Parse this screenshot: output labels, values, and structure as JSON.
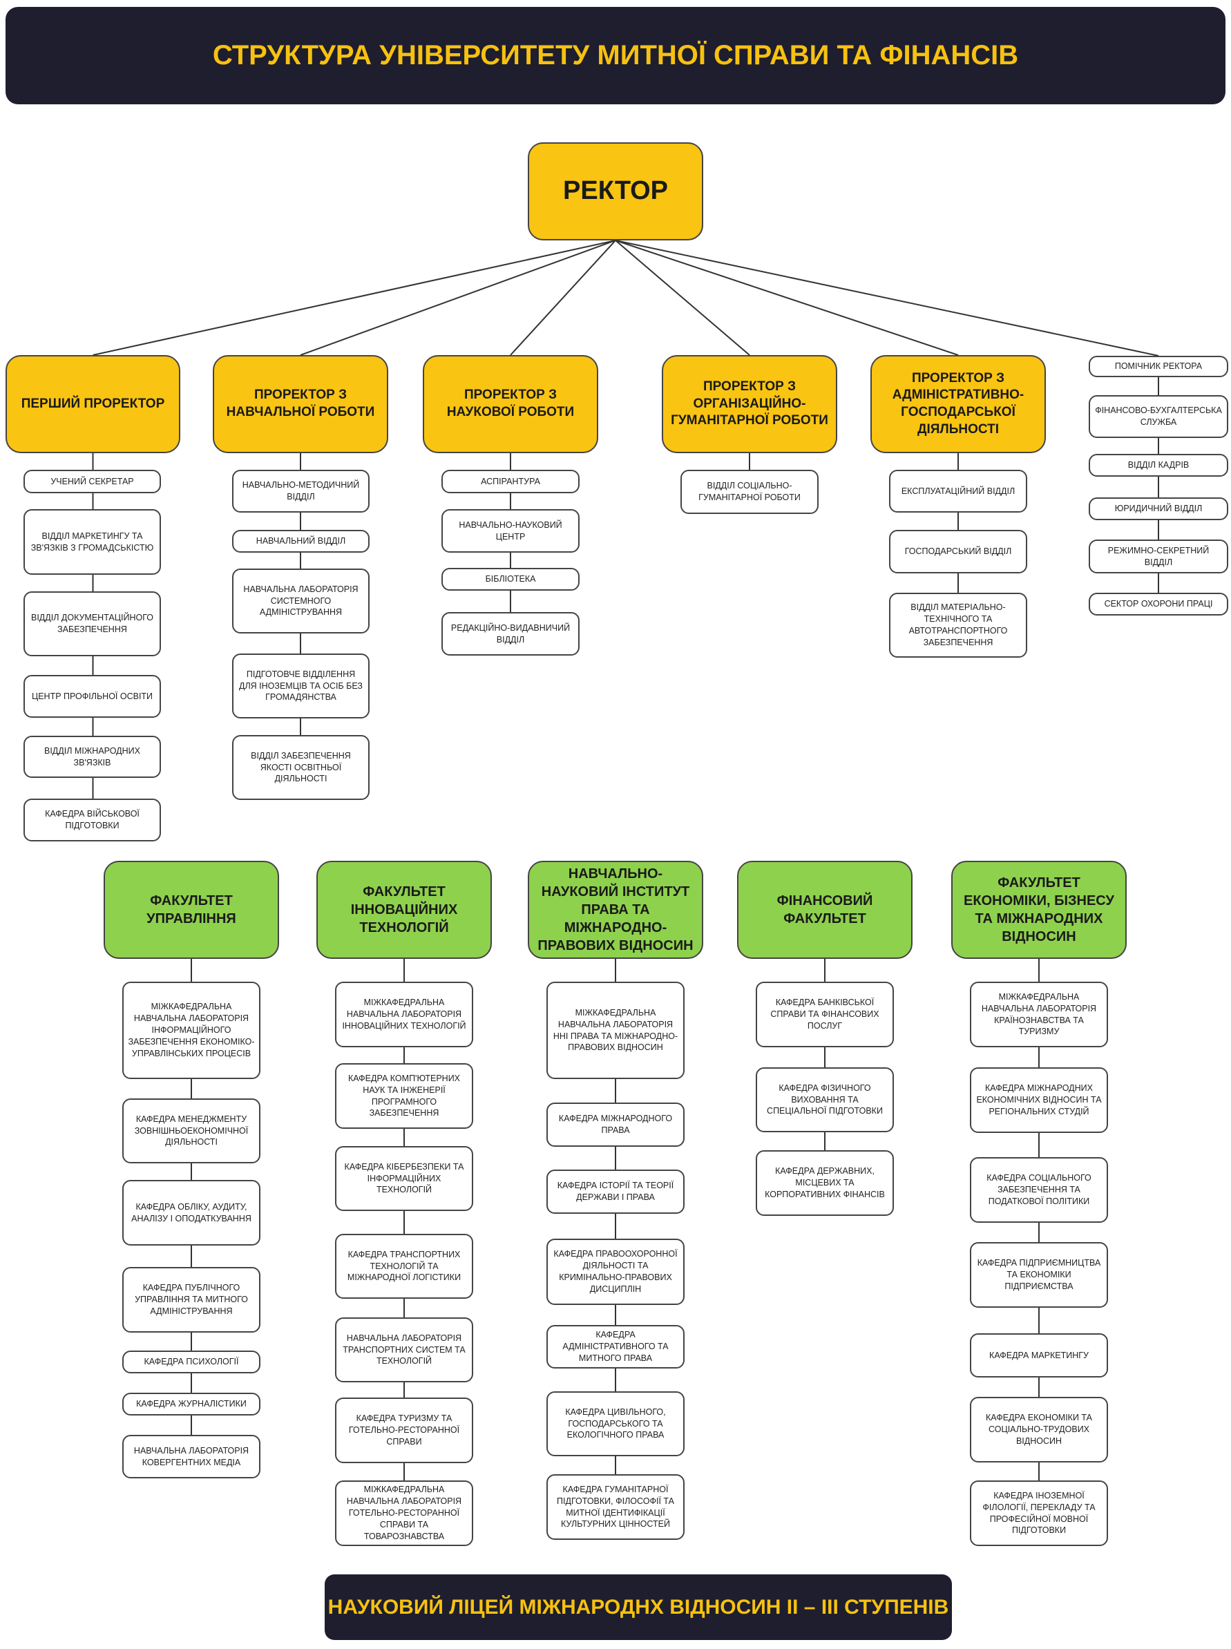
{
  "title": "СТРУКТУРА УНІВЕРСИТЕТУ МИТНОЇ  СПРАВИ  ТА   ФІНАНСІВ",
  "rector": "РЕКТОР",
  "footer": "НАУКОВИЙ ЛІЦЕЙ МІЖНАРОДНХ ВІДНОСИН ІІ – ІІІ СТУПЕНІВ",
  "vice_rectors": [
    {
      "label": "ПЕРШИЙ ПРОРЕКТОР",
      "units": [
        "УЧЕНИЙ СЕКРЕТАР",
        "ВІДДІЛ МАРКЕТИНГУ ТА ЗВ'ЯЗКІВ З ГРОМАДСЬКІСТЮ",
        "ВІДДІЛ ДОКУМЕНТАЦІЙНОГО ЗАБЕЗПЕЧЕННЯ",
        "ЦЕНТР ПРОФІЛЬНОЇ ОСВІТИ",
        "ВІДДІЛ МІЖНАРОДНИХ ЗВ'ЯЗКІВ",
        "КАФЕДРА ВІЙСЬКОВОЇ ПІДГОТОВКИ"
      ]
    },
    {
      "label": "ПРОРЕКТОР З НАВЧАЛЬНОЇ РОБОТИ",
      "units": [
        "НАВЧАЛЬНО-МЕТОДИЧНИЙ ВІДДІЛ",
        "НАВЧАЛЬНИЙ ВІДДІЛ",
        "НАВЧАЛЬНА ЛАБОРАТОРІЯ СИСТЕМНОГО АДМІНІСТРУВАННЯ",
        "ПІДГОТОВЧЕ ВІДДІЛЕННЯ ДЛЯ ІНОЗЕМЦІВ ТА ОСІБ БЕЗ ГРОМАДЯНСТВА",
        "ВІДДІЛ ЗАБЕЗПЕЧЕННЯ ЯКОСТІ ОСВІТНЬОЇ ДІЯЛЬНОСТІ"
      ]
    },
    {
      "label": "ПРОРЕКТОР З НАУКОВОЇ РОБОТИ",
      "units": [
        "АСПІРАНТУРА",
        "НАВЧАЛЬНО-НАУКОВИЙ ЦЕНТР",
        "БІБЛІОТЕКА",
        "РЕДАКЦІЙНО-ВИДАВНИЧИЙ ВІДДІЛ"
      ]
    },
    {
      "label": "ПРОРЕКТОР З ОРГАНІЗАЦІЙНО-ГУМАНІТАРНОЇ  РОБОТИ",
      "units": [
        "ВІДДІЛ СОЦІАЛЬНО-ГУМАНІТАРНОЇ РОБОТИ"
      ]
    },
    {
      "label": "ПРОРЕКТОР З АДМІНІСТРАТИВНО-ГОСПОДАРСЬКОЇ ДІЯЛЬНОСТІ",
      "units": [
        "ЕКСПЛУАТАЦІЙНИЙ ВІДДІЛ",
        "ГОСПОДАРСЬКИЙ ВІДДІЛ",
        "ВІДДІЛ МАТЕРІАЛЬНО-ТЕХНІЧНОГО ТА АВТОТРАНСПОРТНОГО ЗАБЕЗПЕЧЕННЯ"
      ]
    },
    {
      "label": "ПОМІЧНИК РЕКТОРА",
      "units": [
        "ФІНАНСОВО-БУХГАЛТЕРСЬКА СЛУЖБА",
        "ВІДДІЛ КАДРІВ",
        "ЮРИДИЧНИЙ ВІДДІЛ",
        "РЕЖИМНО-СЕКРЕТНИЙ ВІДДІЛ",
        "СЕКТОР ОХОРОНИ ПРАЦІ"
      ]
    }
  ],
  "faculties": [
    {
      "label": "ФАКУЛЬТЕТ УПРАВЛІННЯ",
      "units": [
        "МІЖКАФЕДРАЛЬНА НАВЧАЛЬНА ЛАБОРАТОРІЯ ІНФОРМАЦІЙНОГО ЗАБЕЗПЕЧЕННЯ ЕКОНОМІКО-УПРАВЛІНСЬКИХ ПРОЦЕСІВ",
        "КАФЕДРА МЕНЕДЖМЕНТУ ЗОВНІШНЬОЕКОНОМІЧНОЇ ДІЯЛЬНОСТІ",
        "КАФЕДРА ОБЛІКУ, АУДИТУ, АНАЛІЗУ І ОПОДАТКУВАННЯ",
        "КАФЕДРА ПУБЛІЧНОГО УПРАВЛІННЯ ТА МИТНОГО АДМІНІСТРУВАННЯ",
        "КАФЕДРА  ПСИХОЛОГІЇ",
        "КАФЕДРА  ЖУРНАЛІСТИКИ",
        "НАВЧАЛЬНА ЛАБОРАТОРІЯ КОВЕРГЕНТНИХ МЕДІА"
      ]
    },
    {
      "label": "ФАКУЛЬТЕТ ІННОВАЦІЙНИХ ТЕХНОЛОГІЙ",
      "units": [
        "МІЖКАФЕДРАЛЬНА НАВЧАЛЬНА ЛАБОРАТОРІЯ ІННОВАЦІЙНИХ ТЕХНОЛОГІЙ",
        "КАФЕДРА КОМП'ЮТЕРНИХ НАУК ТА ІНЖЕНЕРІЇ ПРОГРАМНОГО ЗАБЕЗПЕЧЕННЯ",
        "КАФЕДРА КІБЕРБЕЗПЕКИ ТА ІНФОРМАЦІЙНИХ ТЕХНОЛОГІЙ",
        "КАФЕДРА ТРАНСПОРТНИХ ТЕХНОЛОГІЙ ТА МІЖНАРОДНОЇ ЛОГІСТИКИ",
        "НАВЧАЛЬНА ЛАБОРАТОРІЯ ТРАНСПОРТНИХ СИСТЕМ ТА ТЕХНОЛОГІЙ",
        "КАФЕДРА ТУРИЗМУ ТА ГОТЕЛЬНО-РЕСТОРАННОЇ СПРАВИ",
        "МІЖКАФЕДРАЛЬНА НАВЧАЛЬНА ЛАБОРАТОРІЯ ГОТЕЛЬНО-РЕСТОРАННОЇ СПРАВИ ТА ТОВАРОЗНАВСТВА"
      ]
    },
    {
      "label": "НАВЧАЛЬНО-НАУКОВИЙ ІНСТИТУТ ПРАВА ТА МІЖНАРОДНО-ПРАВОВИХ ВІДНОСИН",
      "units": [
        "МІЖКАФЕДРАЛЬНА НАВЧАЛЬНА ЛАБОРАТОРІЯ ННІ ПРАВА ТА МІЖНАРОДНО-ПРАВОВИХ ВІДНОСИН",
        "КАФЕДРА  МІЖНАРОДНОГО ПРАВА",
        "КАФЕДРА ІСТОРІЇ ТА ТЕОРІЇ ДЕРЖАВИ  І ПРАВА",
        "КАФЕДРА ПРАВООХОРОННОЇ ДІЯЛЬНОСТІ ТА КРИМІНАЛЬНО-ПРАВОВИХ ДИСЦИПЛІН",
        "КАФЕДРА АДМІНІСТРАТИВНОГО ТА МИТНОГО ПРАВА",
        "КАФЕДРА  ЦИВІЛЬНОГО, ГОСПОДАРСЬКОГО ТА ЕКОЛОГІЧНОГО ПРАВА",
        "КАФЕДРА  ГУМАНІТАРНОЇ ПІДГОТОВКИ, ФІЛОСОФІЇ ТА МИТНОЇ ІДЕНТИФІКАЦІЇ КУЛЬТУРНИХ ЦІННОСТЕЙ"
      ]
    },
    {
      "label": "ФІНАНСОВИЙ ФАКУЛЬТЕТ",
      "units": [
        "КАФЕДРА  БАНКІВСЬКОЇ СПРАВИ ТА ФІНАНСОВИХ ПОСЛУГ",
        "КАФЕДРА ФІЗИЧНОГО ВИХОВАННЯ ТА СПЕЦІАЛЬНОЇ ПІДГОТОВКИ",
        "КАФЕДРА ДЕРЖАВНИХ, МІСЦЕВИХ ТА КОРПОРАТИВНИХ ФІНАНСІВ"
      ]
    },
    {
      "label": "ФАКУЛЬТЕТ ЕКОНОМІКИ, БІЗНЕСУ ТА МІЖНАРОДНИХ ВІДНОСИН",
      "units": [
        "МІЖКАФЕДРАЛЬНА НАВЧАЛЬНА ЛАБОРАТОРІЯ КРАЇНОЗНАВСТВА ТА ТУРИЗМУ",
        "КАФЕДРА  МІЖНАРОДНИХ ЕКОНОМІЧНИХ ВІДНОСИН ТА РЕГІОНАЛЬНИХ СТУДІЙ",
        "КАФЕДРА СОЦІАЛЬНОГО ЗАБЕЗПЕЧЕННЯ ТА ПОДАТКОВОЇ ПОЛІТИКИ",
        "КАФЕДРА ПІДПРИЄМНИЦТВА ТА ЕКОНОМІКИ ПІДПРИЄМСТВА",
        "КАФЕДРА МАРКЕТИНГУ",
        "КАФЕДРА ЕКОНОМІКИ ТА СОЦІАЛЬНО-ТРУДОВИХ ВІДНОСИН",
        "КАФЕДРА  ІНОЗЕМНОЇ ФІЛОЛОГІЇ, ПЕРЕКЛАДУ ТА ПРОФЕСІЙНОЇ МОВНОЇ ПІДГОТОВКИ"
      ]
    }
  ],
  "colors": {
    "banner_bg": "#1e1e2e",
    "banner_text": "#f7c110",
    "leader_fill": "#f9c412",
    "faculty_fill": "#8ed14d"
  }
}
